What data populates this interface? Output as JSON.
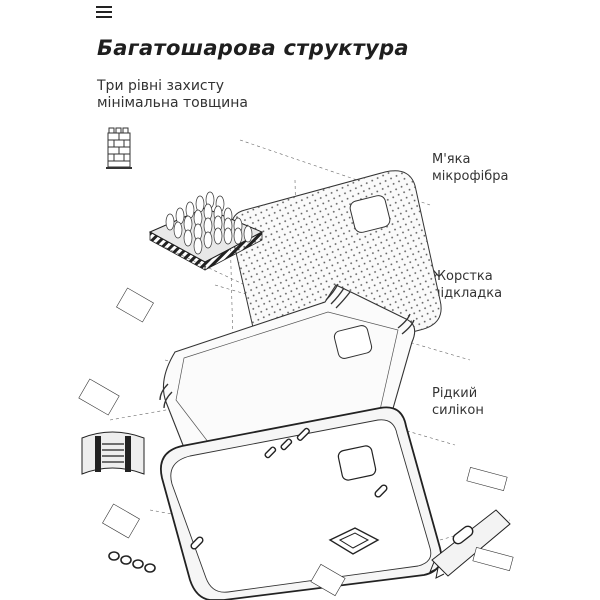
{
  "header": {
    "menu_icon": "hamburger-menu-icon",
    "title": "Багатошарова структура",
    "subtitle_line1": "Три рівні захисту",
    "subtitle_line2": "мінімальна товщина"
  },
  "layers": [
    {
      "label_line1": "М'яка",
      "label_line2": "мікрофібра"
    },
    {
      "label_line1": "Жорстка",
      "label_line2": "підкладка"
    },
    {
      "label_line1": "Рідкий",
      "label_line2": "силікон"
    }
  ],
  "icons": [
    "castle-tower-icon",
    "microfiber-texture-icon",
    "corner-bumper-icon",
    "ring-chain-icon",
    "button-cover-icon"
  ],
  "colors": {
    "line": "#333333",
    "dash": "#555555",
    "fill": "#f7f7f7"
  }
}
